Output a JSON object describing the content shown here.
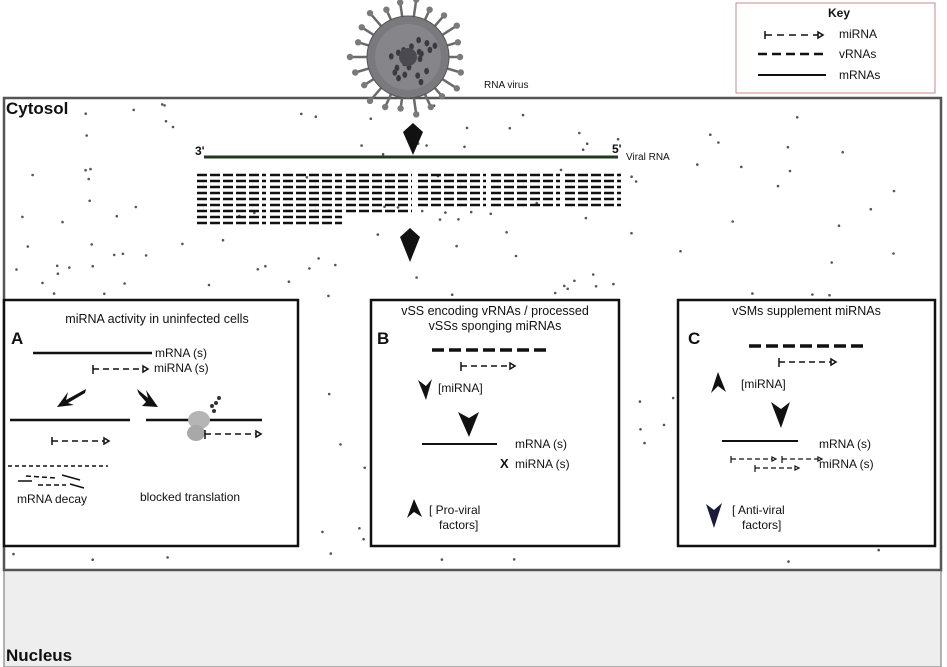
{
  "regions": {
    "cytosol": "Cytosol",
    "nucleus": "Nucleus"
  },
  "key": {
    "title": "Key",
    "items": [
      {
        "label": "miRNA",
        "style": "mirna"
      },
      {
        "label": "vRNAs",
        "style": "dashed"
      },
      {
        "label": "mRNAs",
        "style": "solid"
      }
    ]
  },
  "virus": {
    "label": "RNA virus"
  },
  "viral_rna": {
    "end3": "3'",
    "end5": "5'",
    "label": "Viral RNA"
  },
  "panels": {
    "a": {
      "letter": "A",
      "title": "miRNA activity in uninfected cells",
      "mrna": "mRNA (s)",
      "mirna": "miRNA (s)",
      "decay": "mRNA decay",
      "blocked": "blocked translation"
    },
    "b": {
      "letter": "B",
      "title_line1": "vSS encoding vRNAs / processed",
      "title_line2": "vSSs sponging miRNAs",
      "mirna_level": "[miRNA]",
      "mrna": "mRNA (s)",
      "x_mark": "X",
      "mirna": "miRNA (s)",
      "factors_line1": "[ Pro-viral",
      "factors_line2": "factors]"
    },
    "c": {
      "letter": "C",
      "title": "vSMs supplement miRNAs",
      "mirna_level": "[miRNA]",
      "mrna": "mRNA (s)",
      "mirna": "miRNA (s)",
      "factors_line1": "[ Anti-viral",
      "factors_line2": "factors]"
    }
  },
  "colors": {
    "cytosol_border": "#555555",
    "nucleus_fill": "#efeeee",
    "key_border": "#c98a8a",
    "viral_rna_line": "#1f3a1f",
    "virus_body": "#7a7a7e",
    "arrow_dark_blue": "#1a1a3a"
  }
}
